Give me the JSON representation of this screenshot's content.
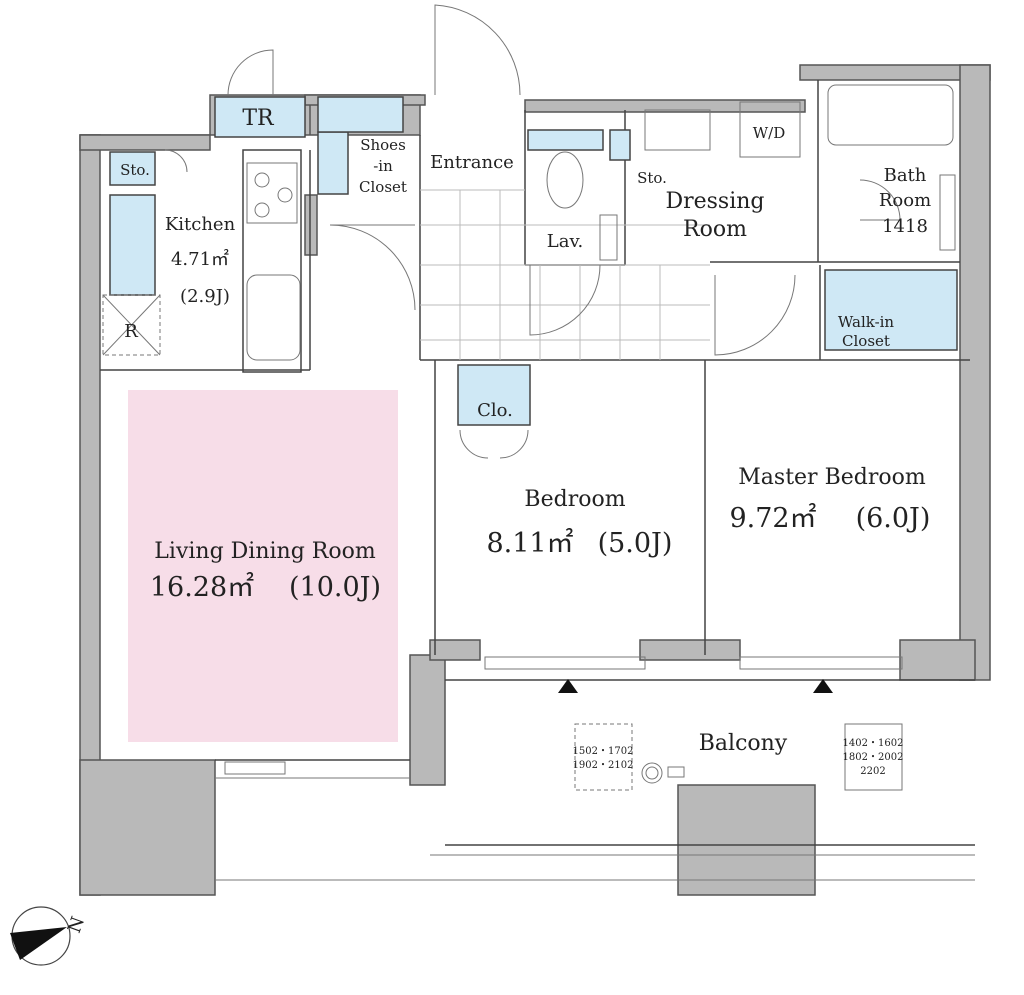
{
  "plan": {
    "rooms": {
      "tr": "TR",
      "sto_kitchen": "Sto.",
      "kitchen": {
        "name": "Kitchen",
        "area": "4.71㎡",
        "jo": "(2.9J)"
      },
      "refrigerator": "R",
      "shoes_closet": [
        "Shoes",
        "-in",
        "Closet"
      ],
      "entrance": "Entrance",
      "lav": "Lav.",
      "sto_dressing": "Sto.",
      "wd": "W/D",
      "dressing_room": [
        "Dressing",
        "Room"
      ],
      "bath_room": [
        "Bath",
        "Room",
        "1418"
      ],
      "walk_in_closet": [
        "Walk-in",
        "Closet"
      ],
      "clo": "Clo.",
      "bedroom": {
        "name": "Bedroom",
        "area": "8.11㎡",
        "jo": "(5.0J)"
      },
      "master_bedroom": {
        "name": "Master Bedroom",
        "area": "9.72㎡",
        "jo": "(6.0J)"
      },
      "living": {
        "name": "Living Dining Room",
        "area": "16.28㎡",
        "jo": "(10.0J)"
      },
      "balcony": "Balcony"
    },
    "unit_notes": {
      "left": [
        "1502・1702",
        "1902・2102"
      ],
      "right": [
        "1402・1602",
        "1802・2002",
        "2202"
      ]
    },
    "compass": "N",
    "colors": {
      "living": "#f7dde8",
      "storage": "#cfe8f5",
      "wall": "#b9b9b9"
    }
  }
}
